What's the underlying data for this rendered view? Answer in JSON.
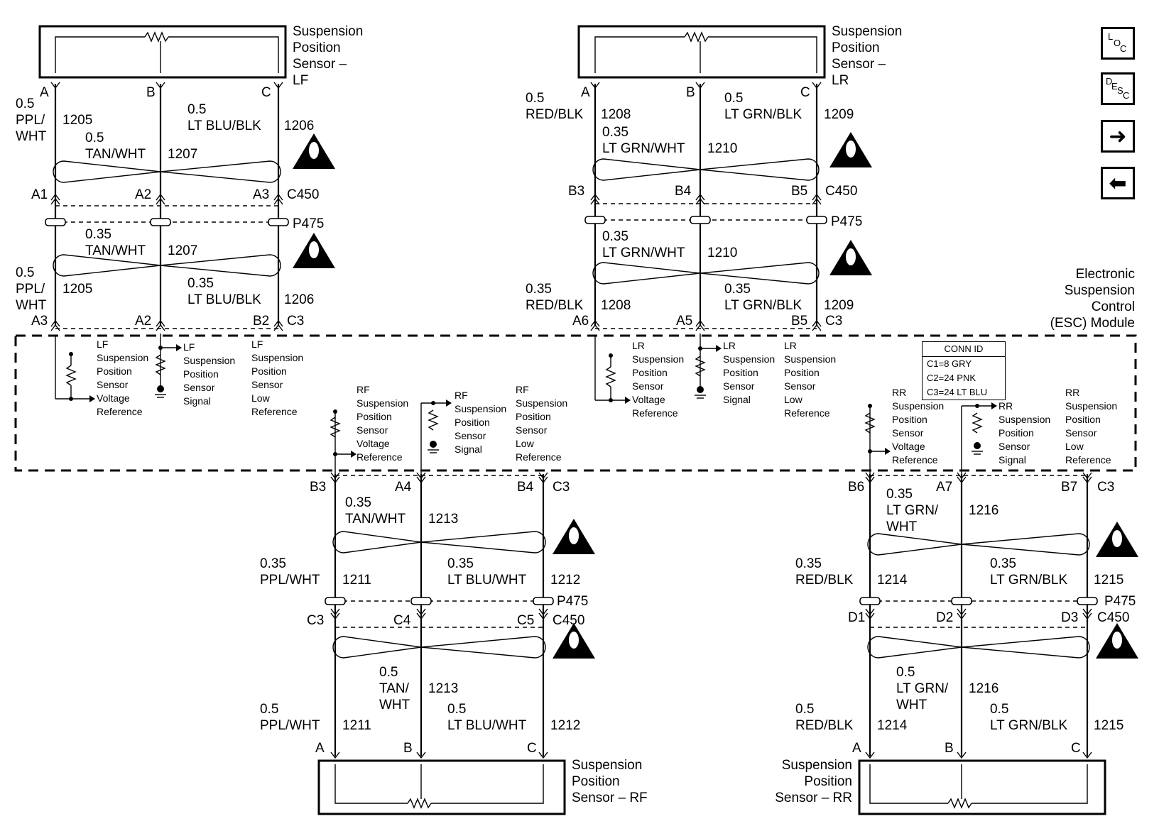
{
  "sensors": {
    "lf": [
      "Suspension",
      "Position",
      "Sensor –",
      "LF"
    ],
    "lr": [
      "Suspension",
      "Position",
      "Sensor –",
      "LR"
    ],
    "rf": [
      "Suspension",
      "Position",
      "Sensor – RF"
    ],
    "rr": [
      "Suspension",
      "Position",
      "Sensor – RR"
    ]
  },
  "module": [
    "Electronic",
    "Suspension",
    "Control",
    "(ESC) Module"
  ],
  "connectors": {
    "c450": "C450",
    "p475": "P475",
    "c3": "C3"
  },
  "conn_id": {
    "title": "CONN ID",
    "rows": [
      "C1=8 GRY",
      "C2=24 PNK",
      "C3=24 LT BLU"
    ]
  },
  "nav": {
    "loc": {
      "a": "L",
      "b": "O",
      "c": "C"
    },
    "desc": {
      "a": "D",
      "b": "E",
      "c": "S",
      "d": "C"
    },
    "forward": "➜",
    "back": "⬅"
  },
  "pins": {
    "a": "A",
    "b": "B",
    "c": "C",
    "lf_top": [
      "A1",
      "A2",
      "A3"
    ],
    "lf_bot": [
      "A3",
      "A2",
      "B2"
    ],
    "lr_top": [
      "B3",
      "B4",
      "B5"
    ],
    "lr_bot": [
      "A6",
      "A5",
      "B5"
    ],
    "rf_mod": [
      "B3",
      "A4",
      "B4"
    ],
    "rf_c450": [
      "C3",
      "C4",
      "C5"
    ],
    "rr_mod": [
      "B6",
      "A7",
      "B7"
    ],
    "rr_c450": [
      "D1",
      "D2",
      "D3"
    ]
  },
  "wires": {
    "lf_a_top": {
      "size": "0.5",
      "color1": "PPL/",
      "color2": "WHT",
      "circuit": "1205"
    },
    "lf_c_top": {
      "size": "0.5",
      "color": "LT BLU/BLK",
      "circuit": "1206"
    },
    "lf_b_top": {
      "size": "0.5",
      "color": "TAN/WHT",
      "circuit": "1207"
    },
    "lf_b_bot": {
      "size": "0.35",
      "color": "TAN/WHT",
      "circuit": "1207"
    },
    "lf_a_bot": {
      "size": "0.5",
      "color1": "PPL/",
      "color2": "WHT",
      "circuit": "1205"
    },
    "lf_c_bot": {
      "size": "0.35",
      "color": "LT BLU/BLK",
      "circuit": "1206"
    },
    "lr_a_top": {
      "size": "0.5",
      "color": "RED/BLK",
      "circuit": "1208"
    },
    "lr_c_top": {
      "size": "0.5",
      "color": "LT GRN/BLK",
      "circuit": "1209"
    },
    "lr_b_top": {
      "size": "0.35",
      "color": "LT GRN/WHT",
      "circuit": "1210"
    },
    "lr_b_bot": {
      "size": "0.35",
      "color": "LT GRN/WHT",
      "circuit": "1210"
    },
    "lr_a_bot": {
      "size": "0.35",
      "color": "RED/BLK",
      "circuit": "1208"
    },
    "lr_c_bot": {
      "size": "0.35",
      "color": "LT GRN/BLK",
      "circuit": "1209"
    },
    "rf_b_top": {
      "size": "0.35",
      "color": "TAN/WHT",
      "circuit": "1213"
    },
    "rf_a_top": {
      "size": "0.35",
      "color": "PPL/WHT",
      "circuit": "1211"
    },
    "rf_c_top": {
      "size": "0.35",
      "color": "LT BLU/WHT",
      "circuit": "1212"
    },
    "rf_b_bot": {
      "size": "0.5",
      "color1": "TAN/",
      "color2": "WHT",
      "circuit": "1213"
    },
    "rf_a_bot": {
      "size": "0.5",
      "color": "PPL/WHT",
      "circuit": "1211"
    },
    "rf_c_bot": {
      "size": "0.5",
      "color": "LT BLU/WHT",
      "circuit": "1212"
    },
    "rr_b_top": {
      "size": "0.35",
      "color1": "LT GRN/",
      "color2": "WHT",
      "circuit": "1216"
    },
    "rr_a_top": {
      "size": "0.35",
      "color": "RED/BLK",
      "circuit": "1214"
    },
    "rr_c_top": {
      "size": "0.35",
      "color": "LT GRN/BLK",
      "circuit": "1215"
    },
    "rr_b_bot": {
      "size": "0.5",
      "color1": "LT GRN/",
      "color2": "WHT",
      "circuit": "1216"
    },
    "rr_a_bot": {
      "size": "0.5",
      "color": "RED/BLK",
      "circuit": "1214"
    },
    "rr_c_bot": {
      "size": "0.5",
      "color": "LT GRN/BLK",
      "circuit": "1215"
    }
  },
  "internal": {
    "lf_vref": [
      "LF",
      "Suspension",
      "Position",
      "Sensor",
      "Voltage",
      "Reference"
    ],
    "lf_sig": [
      "LF",
      "Suspension",
      "Position",
      "Sensor",
      "Signal"
    ],
    "lf_low": [
      "LF",
      "Suspension",
      "Position",
      "Sensor",
      "Low",
      "Reference"
    ],
    "lr_vref": [
      "LR",
      "Suspension",
      "Position",
      "Sensor",
      "Voltage",
      "Reference"
    ],
    "lr_sig": [
      "LR",
      "Suspension",
      "Position",
      "Sensor",
      "Signal"
    ],
    "lr_low": [
      "LR",
      "Suspension",
      "Position",
      "Sensor",
      "Low",
      "Reference"
    ],
    "rf_vref": [
      "RF",
      "Suspension",
      "Position",
      "Sensor",
      "Voltage",
      "Reference"
    ],
    "rf_sig": [
      "RF",
      "Suspension",
      "Position",
      "Sensor",
      "Signal"
    ],
    "rf_low": [
      "RF",
      "Suspension",
      "Position",
      "Sensor",
      "Low",
      "Reference"
    ],
    "rr_vref": [
      "RR",
      "Suspension",
      "Position",
      "Sensor",
      "Voltage",
      "Reference"
    ],
    "rr_sig": [
      "RR",
      "Suspension",
      "Position",
      "Sensor",
      "Signal"
    ],
    "rr_low": [
      "RR",
      "Suspension",
      "Position",
      "Sensor",
      "Low",
      "Reference"
    ]
  }
}
